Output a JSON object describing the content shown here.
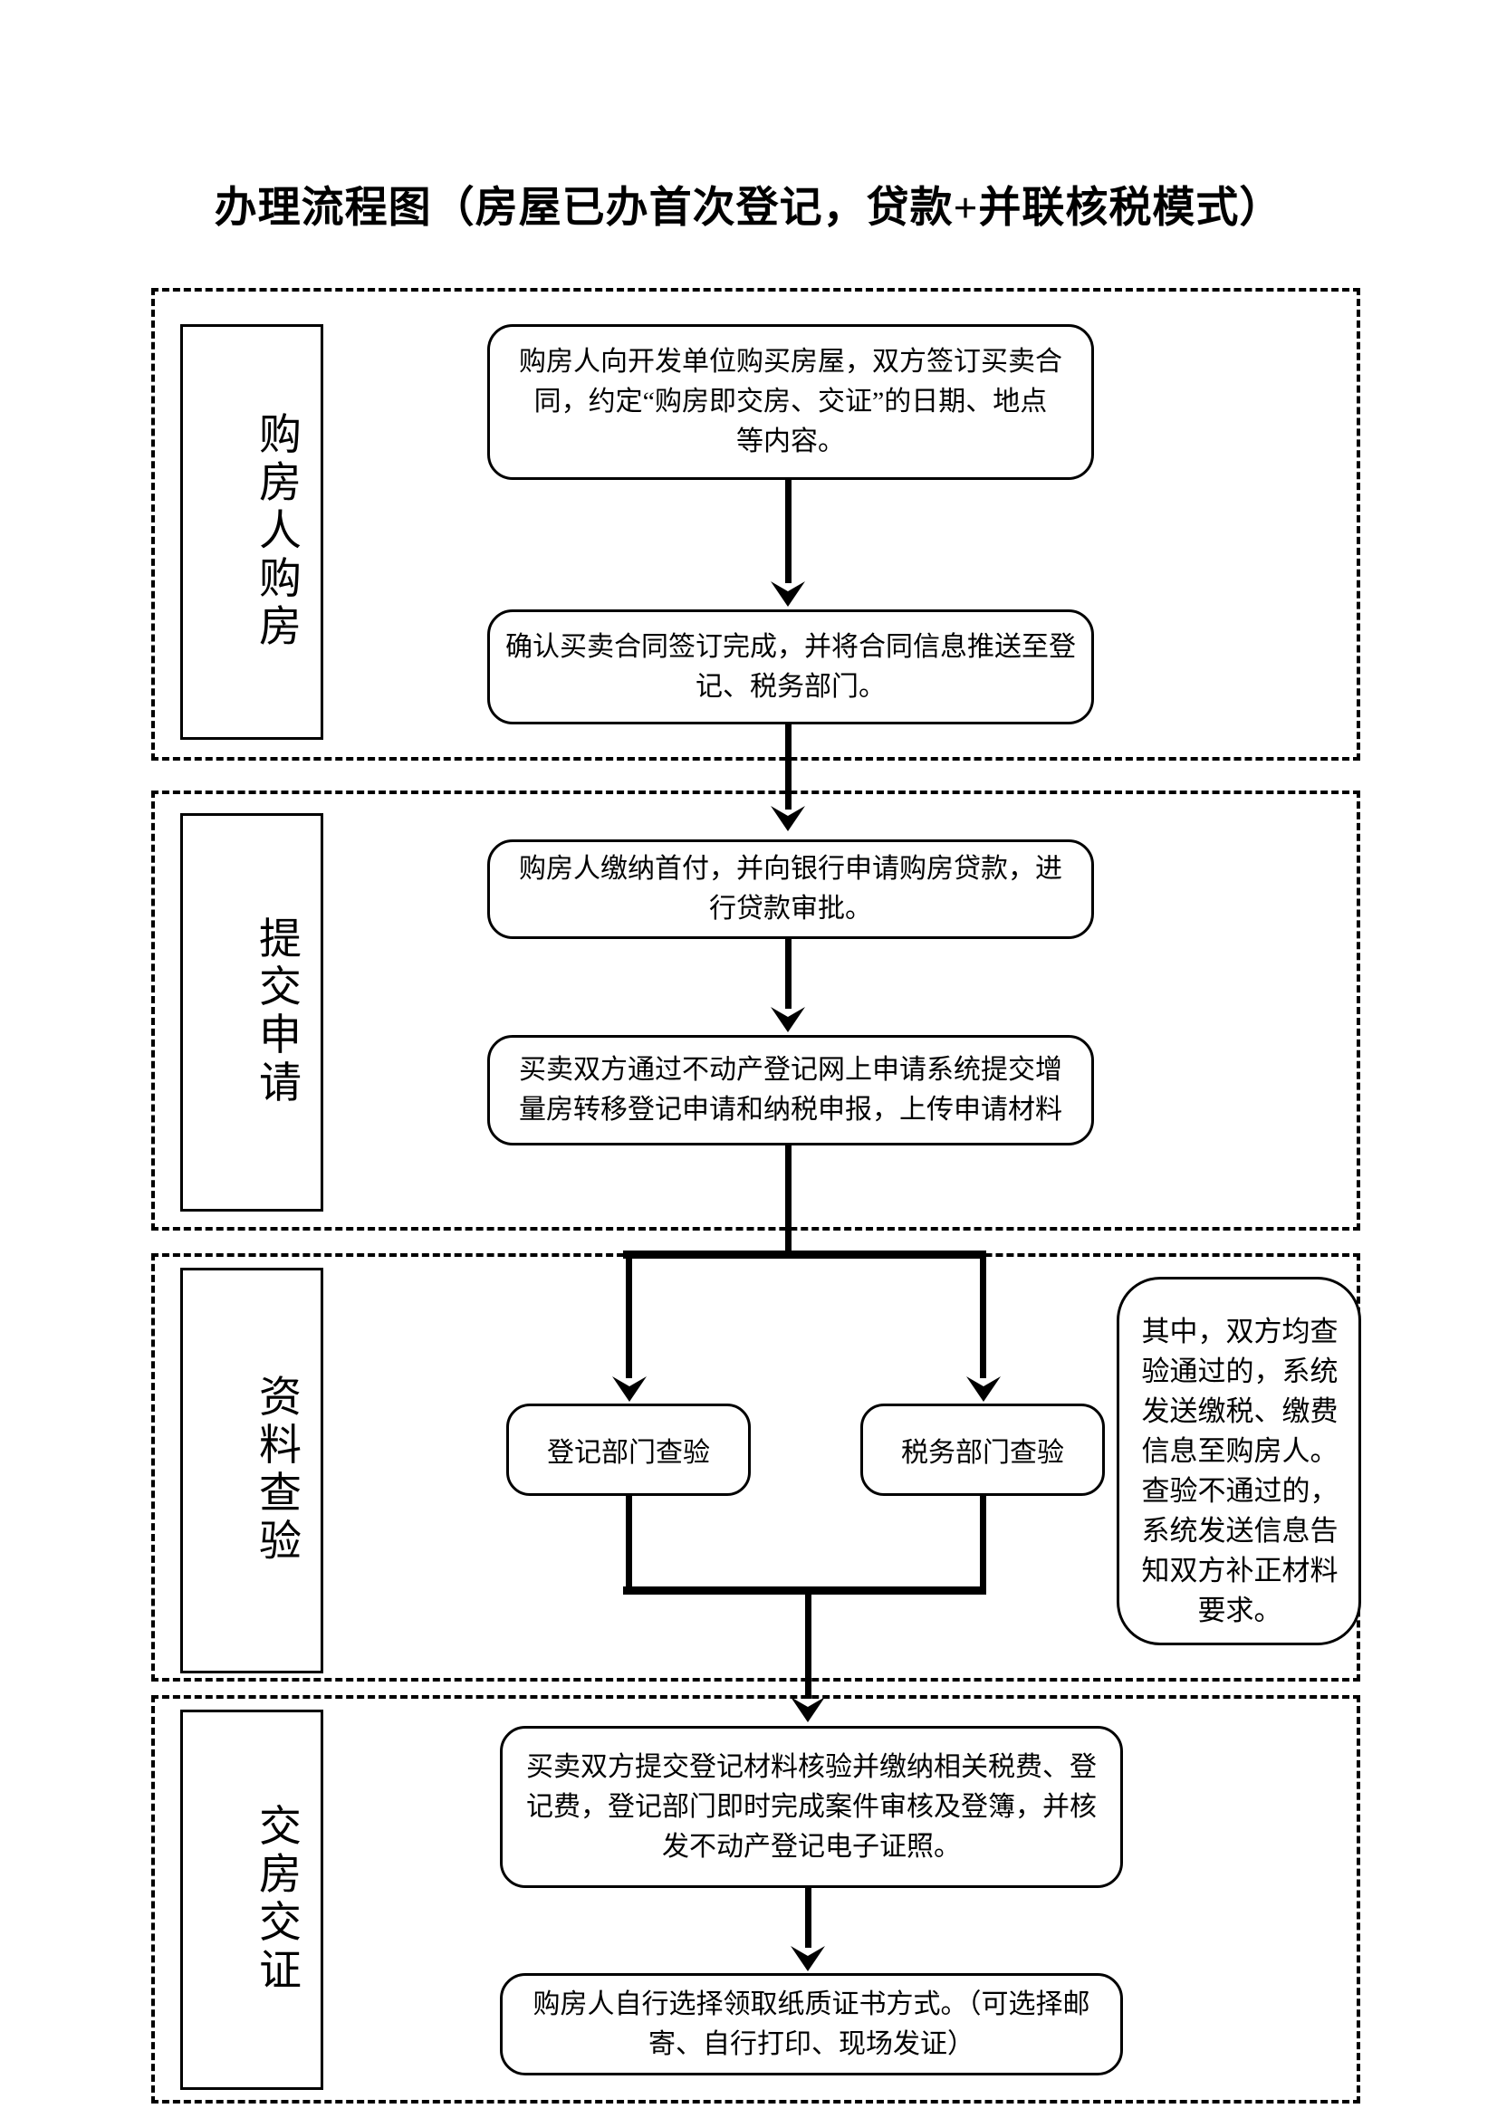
{
  "title": "办理流程图（房屋已办首次登记，贷款+并联核税模式）",
  "sections": [
    {
      "label": "购房人购房",
      "boxes": [
        {
          "lines": [
            "购房人向开发单位购买房屋，双方签订买卖合",
            "同，约定“购房即交房、交证”的日期、地点",
            "等内容。"
          ]
        },
        {
          "lines": [
            "确认买卖合同签订完成，并将合同信息推送至登",
            "记、税务部门。"
          ]
        }
      ]
    },
    {
      "label": "提交申请",
      "boxes": [
        {
          "lines": [
            "购房人缴纳首付，并向银行申请购房贷款，进",
            "行贷款审批。"
          ]
        },
        {
          "lines": [
            "买卖双方通过不动产登记网上申请系统提交增",
            "量房转移登记申请和纳税申报，上传申请材料"
          ]
        }
      ]
    },
    {
      "label": "资料查验",
      "branch_boxes": [
        {
          "label": "登记部门查验"
        },
        {
          "label": "税务部门查验"
        }
      ],
      "note": {
        "lines": [
          "其中，双方均查",
          "验通过的，系统",
          "发送缴税、缴费",
          "信息至购房人。",
          "查验不通过的，",
          "系统发送信息告",
          "知双方补正材料",
          "要求。"
        ]
      }
    },
    {
      "label": "交房交证",
      "boxes": [
        {
          "lines": [
            "买卖双方提交登记材料核验并缴纳相关税费、登",
            "记费，登记部门即时完成案件审核及登簿，并核",
            "发不动产登记电子证照。"
          ]
        },
        {
          "lines": [
            "购房人自行选择领取纸质证书方式。（可选择邮",
            "寄、自行打印、现场发证）"
          ]
        }
      ]
    }
  ]
}
